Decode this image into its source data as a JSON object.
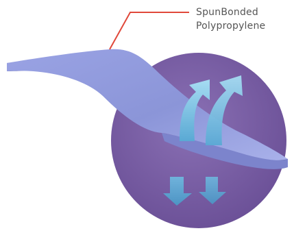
{
  "callout": {
    "line1": "SpunBonded",
    "line2": "Polypropylene"
  },
  "colors": {
    "background": "#ffffff",
    "circle": "#7a5fa3",
    "sheet_top": "#8f98dc",
    "sheet_edge": "#5f66b0",
    "arrow": "#7fc4e4",
    "leader_line": "#e0483a",
    "text": "#555555"
  },
  "icons": {
    "upward_arrows": "airflow-up-arrows",
    "downward_arrows": "airflow-down-arrows"
  }
}
